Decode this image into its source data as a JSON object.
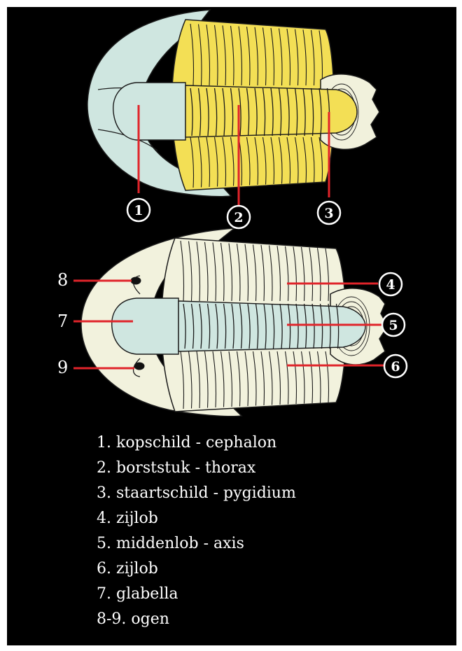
{
  "callouts": {
    "c1": "1",
    "c2": "2",
    "c3": "3",
    "c4": "4",
    "c5": "5",
    "c6": "6",
    "c7": "7",
    "c8": "8",
    "c9": "9"
  },
  "legend": [
    "1. kopschild - cephalon",
    "2. borststuk - thorax",
    "3. staartschild - pygidium",
    "4. zijlob",
    "5. middenlob - axis",
    "6. zijlob",
    "7. glabella",
    "8-9. ogen"
  ],
  "colors": {
    "background": "#000000",
    "cephalon_top": "#cfe6e0",
    "thorax_yellow": "#f3df55",
    "pygidium_top": "#f1f1dc",
    "bottom_body": "#f2f2dd",
    "axis_bottom": "#cfe6e0",
    "pointer": "#e0242a",
    "outline": "#1a1a1a"
  }
}
